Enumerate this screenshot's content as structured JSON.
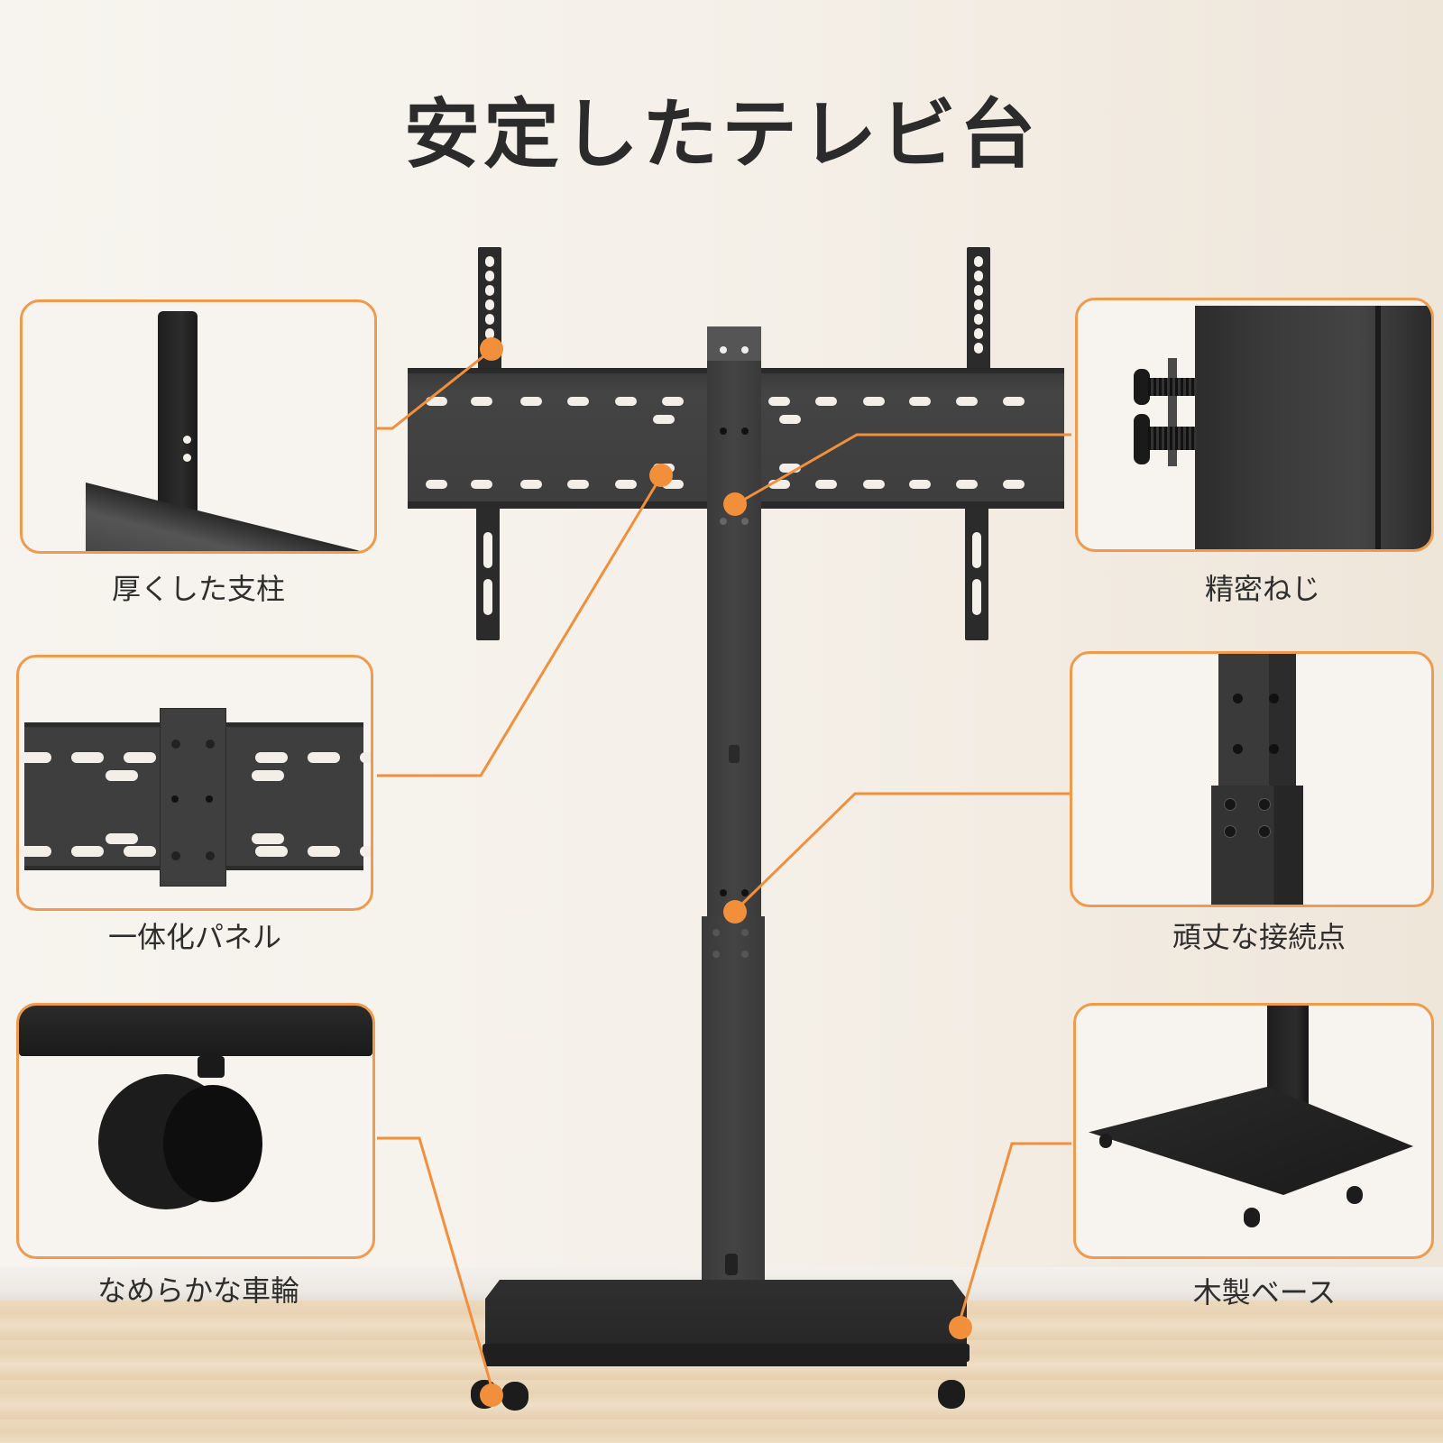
{
  "title": "安定したテレビ台",
  "colors": {
    "accent": "#f28f3b",
    "card_border": "#ef9a4c",
    "title_text": "#2b2b2b",
    "label_text": "#2e2e2e",
    "metal": "#3c3c3c",
    "wall": "#f5f1ea",
    "floor": "#ecd9bd"
  },
  "callouts": [
    {
      "id": "thickened-post",
      "label": "厚くした支柱",
      "side": "left",
      "image": "vesa-bracket-closeup"
    },
    {
      "id": "integrated-panel",
      "label": "一体化パネル",
      "side": "left",
      "image": "mounting-plate-closeup"
    },
    {
      "id": "smooth-casters",
      "label": "なめらかな車輪",
      "side": "left",
      "image": "caster-wheel-closeup"
    },
    {
      "id": "precision-screws",
      "label": "精密ねじ",
      "side": "right",
      "image": "screws-closeup"
    },
    {
      "id": "sturdy-joint",
      "label": "頑丈な接続点",
      "side": "right",
      "image": "column-joint-closeup"
    },
    {
      "id": "wooden-base",
      "label": "木製ベース",
      "side": "right",
      "image": "wood-base-closeup"
    }
  ]
}
